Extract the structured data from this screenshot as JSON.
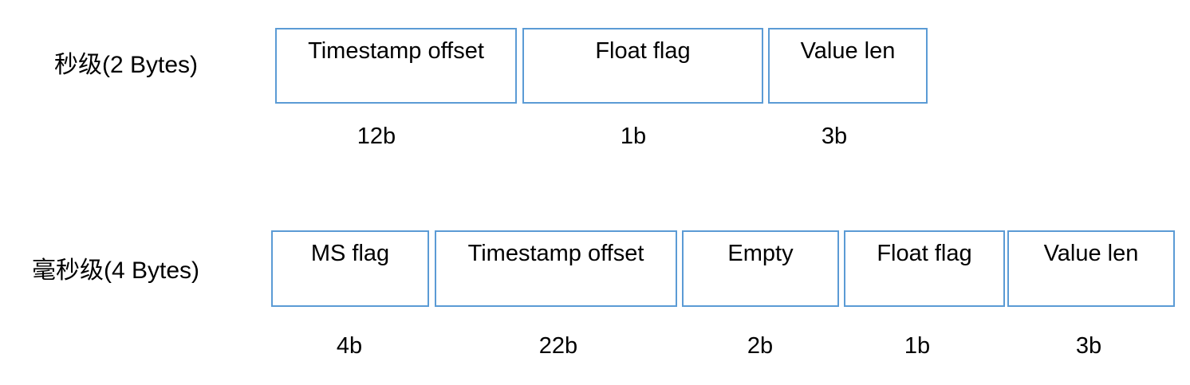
{
  "diagram": {
    "title_hint": "timestamp encoding bit layout",
    "colors": {
      "box_border": "#5B9BD5",
      "box_fill": "#FFFFFF",
      "text": "#000000",
      "background": "#FFFFFF"
    },
    "rows": [
      {
        "label": "秒级(2 Bytes)",
        "fields": [
          {
            "name": "Timestamp offset",
            "bits": "12b"
          },
          {
            "name": "Float flag",
            "bits": "1b"
          },
          {
            "name": "Value len",
            "bits": "3b"
          }
        ]
      },
      {
        "label": "毫秒级(4 Bytes)",
        "fields": [
          {
            "name": "MS flag",
            "bits": "4b"
          },
          {
            "name": "Timestamp offset",
            "bits": "22b"
          },
          {
            "name": "Empty",
            "bits": "2b"
          },
          {
            "name": "Float flag",
            "bits": "1b"
          },
          {
            "name": "Value len",
            "bits": "3b"
          }
        ]
      }
    ]
  }
}
